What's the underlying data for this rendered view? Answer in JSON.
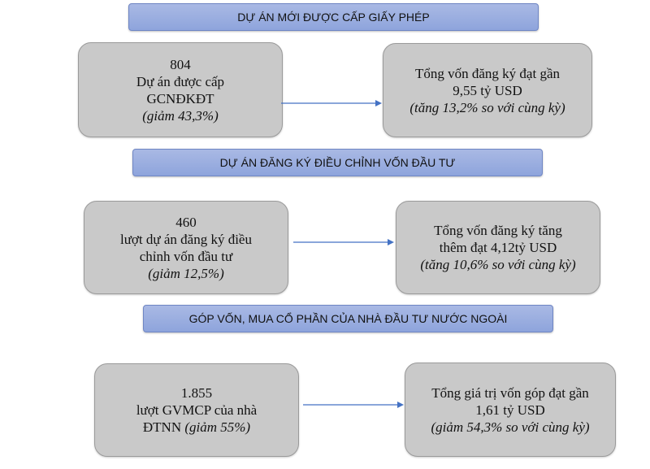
{
  "sections": [
    {
      "title": "DỰ ÁN MỚI ĐƯỢC CẤP GIẤY PHÉP",
      "left": {
        "line1": "804",
        "line2": "Dự án được cấp",
        "line3": "GCNĐKĐT",
        "note": "(giảm 43,3%)"
      },
      "right": {
        "line1": "Tổng vốn đăng ký đạt gần",
        "line2": "9,55 tỷ USD",
        "note": "(tăng 13,2% so với cùng kỳ)"
      }
    },
    {
      "title": "DỰ ÁN ĐĂNG KÝ ĐIỀU CHỈNH VỐN ĐẦU TƯ",
      "left": {
        "line1": "460",
        "line2": "lượt dự án đăng ký điều",
        "line3": "chỉnh vốn đầu tư",
        "note": "(giảm 12,5%)"
      },
      "right": {
        "line1": "Tổng vốn đăng ký tăng",
        "line2": "thêm đạt 4,12tỷ USD",
        "note": "(tăng 10,6% so với cùng kỳ)"
      }
    },
    {
      "title": "GÓP VỐN, MUA CỔ PHẦN CỦA NHÀ ĐẦU TƯ NƯỚC NGOÀI",
      "left": {
        "line1": "1.855",
        "line2": "lượt GVMCP của nhà",
        "line3": "ĐTNN",
        "note": "(giảm 55%)"
      },
      "right": {
        "line1": "Tổng giá trị vốn góp đạt gần",
        "line2": "1,61 tỷ USD",
        "note": "(giảm 54,3% so với cùng kỳ)"
      }
    }
  ],
  "colors": {
    "header": "#9fb1e1",
    "box": "#c9c9c9",
    "arrow": "#4472c4"
  }
}
